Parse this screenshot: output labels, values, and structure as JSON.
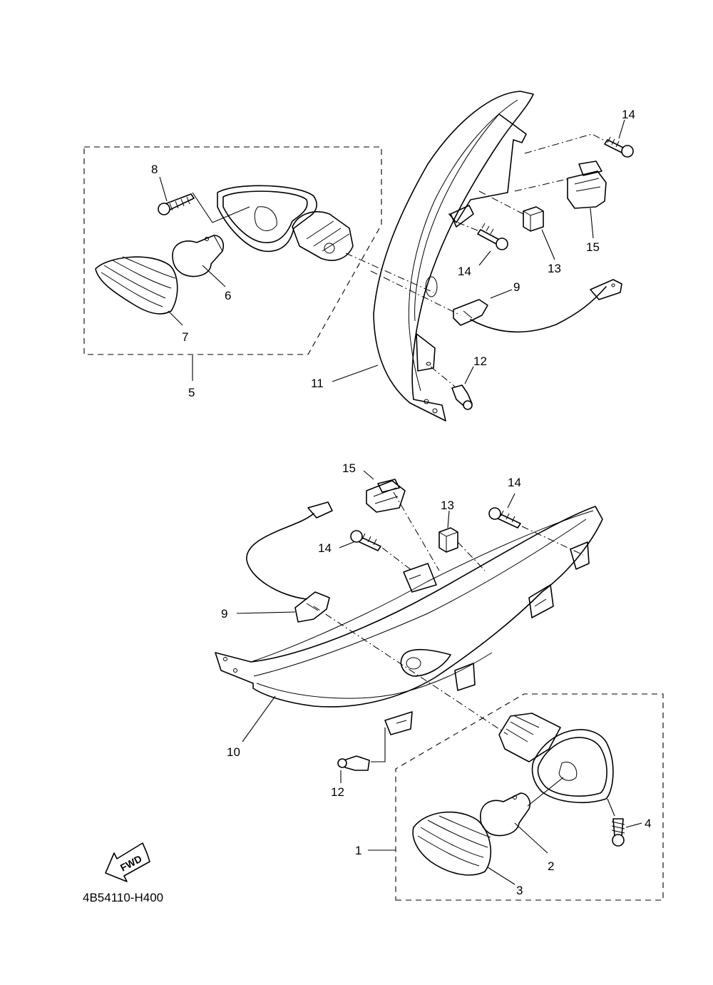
{
  "diagram": {
    "code": "4B54110-H400",
    "fwd_label": "FWD",
    "callouts": {
      "top": {
        "c8": "8",
        "c6": "6",
        "c7": "7",
        "c5": "5",
        "c14a": "14",
        "c15": "15",
        "c14b": "14",
        "c13": "13",
        "c9": "9",
        "c12": "12",
        "c11": "11"
      },
      "bottom": {
        "c15": "15",
        "c14a": "14",
        "c13": "13",
        "c14b": "14",
        "c9": "9",
        "c10": "10",
        "c12": "12",
        "c1": "1",
        "c2": "2",
        "c3": "3",
        "c4": "4"
      }
    }
  }
}
